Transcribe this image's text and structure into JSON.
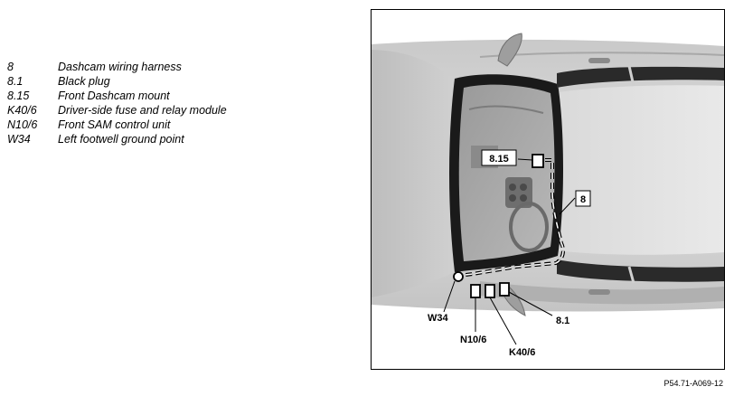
{
  "legend": [
    {
      "code": "8",
      "text": "Dashcam wiring harness"
    },
    {
      "code": "8.1",
      "text": "Black plug"
    },
    {
      "code": "8.15",
      "text": "Front Dashcam mount"
    },
    {
      "code": "K40/6",
      "text": "Driver-side fuse and relay module"
    },
    {
      "code": "N10/6",
      "text": "Front SAM control unit"
    },
    {
      "code": "W34",
      "text": "Left footwell ground point"
    }
  ],
  "callouts": {
    "c8": "8",
    "c815": "8.15",
    "c81": "8.1",
    "w34": "W34",
    "n106": "N10/6",
    "k406": "K40/6"
  },
  "figure_ref": "P54.71-A069-12"
}
